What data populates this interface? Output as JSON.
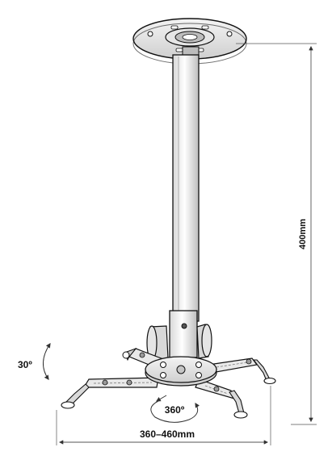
{
  "diagram": {
    "labels": {
      "height": "400mm",
      "width": "360–460mm",
      "tilt": "30º",
      "rotation": "360º"
    },
    "colors": {
      "line": "#111111",
      "metal_light": "#f2f2f2",
      "metal_mid": "#c8c8c8",
      "metal_dark": "#8a8a8a",
      "dimension": "#555555"
    }
  }
}
